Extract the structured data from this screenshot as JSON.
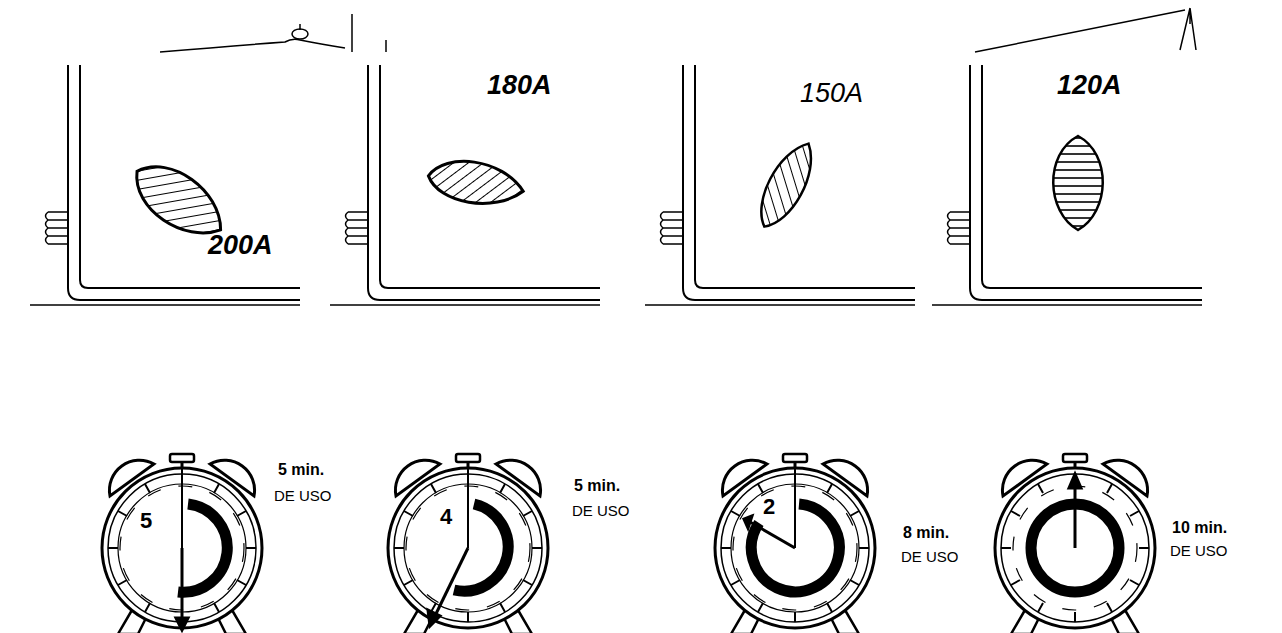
{
  "diagram": {
    "nodes": [
      {
        "text": [
          "5"
        ]
      },
      {
        "text": [
          "4"
        ]
      },
      {
        "text": [
          "2"
        ]
      }
    ],
    "labels": [
      "200A",
      "180A",
      "150A",
      "120A",
      "5 min.",
      "DE USO",
      "5 min.",
      "DE USO",
      "8 min.",
      "DE USO",
      "10 min.",
      "DE USO"
    ]
  }
}
